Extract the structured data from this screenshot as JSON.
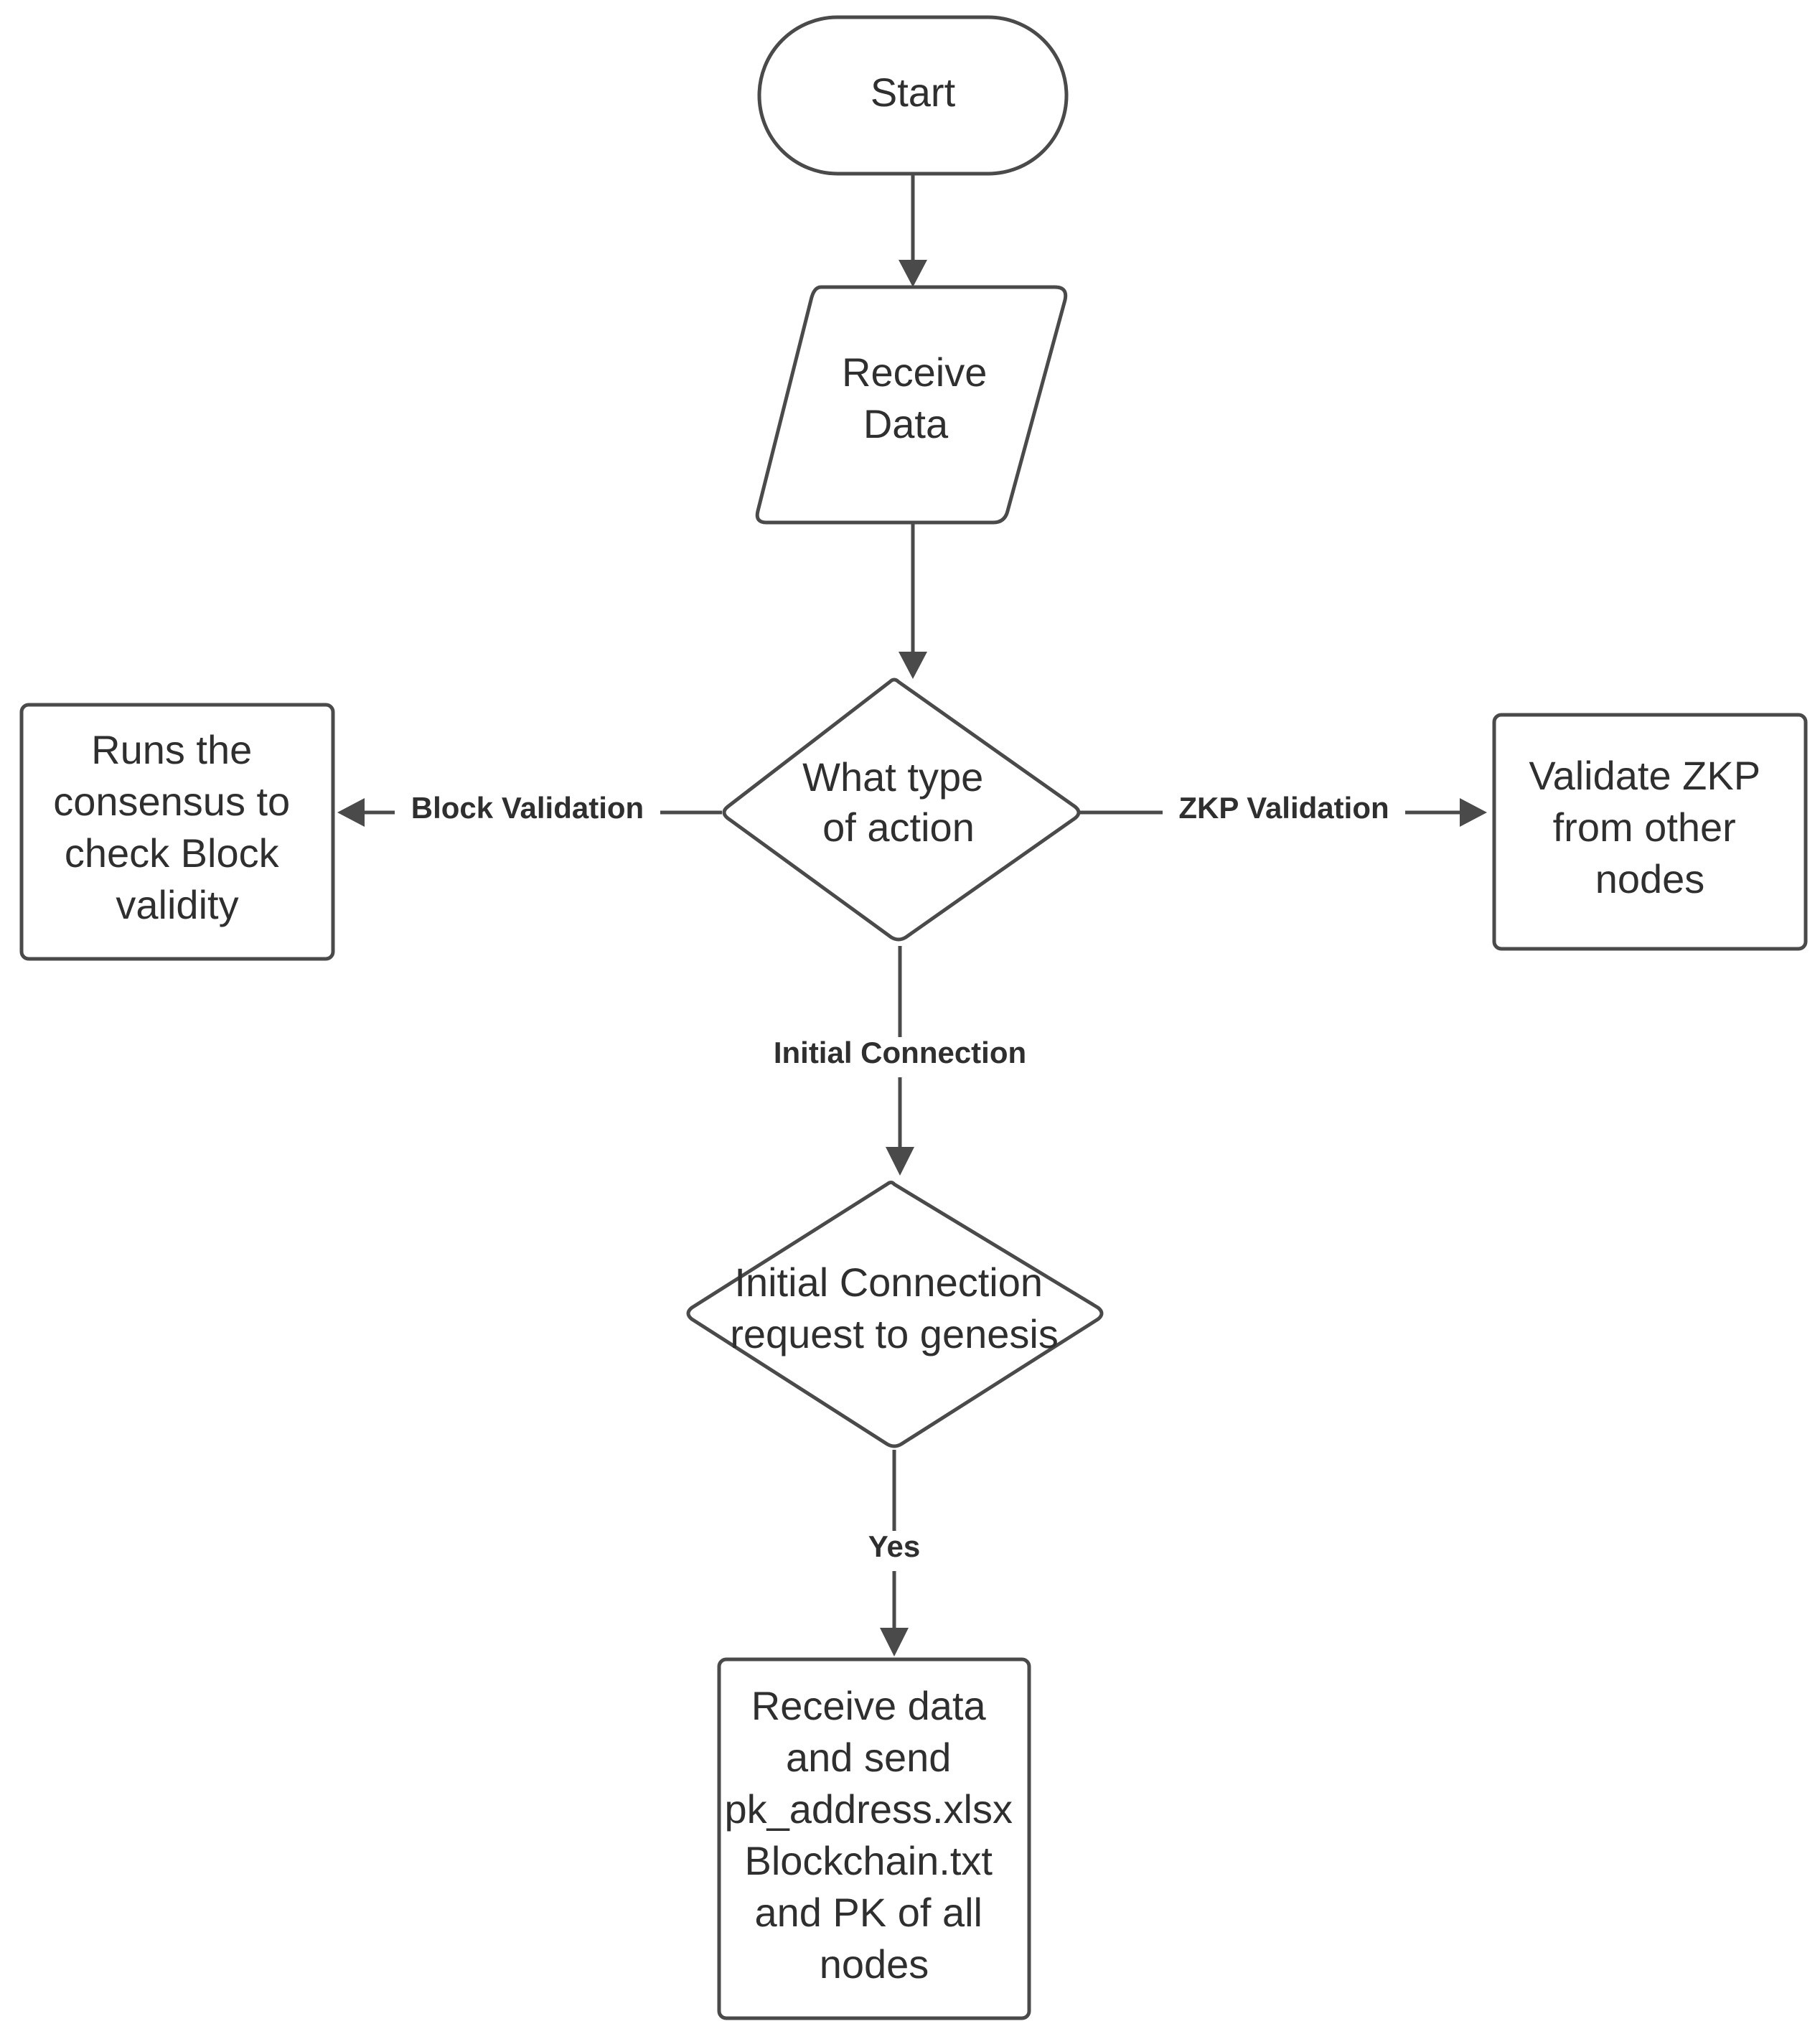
{
  "nodes": {
    "start": {
      "shape": "terminator",
      "lines": [
        "Start"
      ]
    },
    "receive_data": {
      "shape": "parallelogram",
      "lines": [
        "Receive",
        "Data"
      ]
    },
    "action_type": {
      "shape": "decision",
      "lines": [
        "What type",
        "of action"
      ]
    },
    "block_validity": {
      "shape": "process",
      "lines": [
        "Runs the",
        "consensus to",
        "check Block",
        "validity"
      ]
    },
    "validate_zkp": {
      "shape": "process",
      "lines": [
        "Validate ZKP",
        "from other",
        "nodes"
      ]
    },
    "genesis_request": {
      "shape": "decision",
      "lines": [
        "Initial Connection",
        "request to genesis"
      ]
    },
    "send_files": {
      "shape": "process",
      "lines": [
        "Receive data",
        "and send",
        "pk_address.xlsx",
        "Blockchain.txt",
        "and PK of all",
        "nodes"
      ]
    }
  },
  "edges": {
    "start_to_receive": {
      "from": "start",
      "to": "receive_data",
      "label": ""
    },
    "receive_to_action": {
      "from": "receive_data",
      "to": "action_type",
      "label": ""
    },
    "block_validation": {
      "from": "action_type",
      "to": "block_validity",
      "label": "Block Validation"
    },
    "zkp_validation": {
      "from": "action_type",
      "to": "validate_zkp",
      "label": "ZKP Validation"
    },
    "initial_connection": {
      "from": "action_type",
      "to": "genesis_request",
      "label": "Initial Connection"
    },
    "yes": {
      "from": "genesis_request",
      "to": "send_files",
      "label": "Yes"
    }
  }
}
